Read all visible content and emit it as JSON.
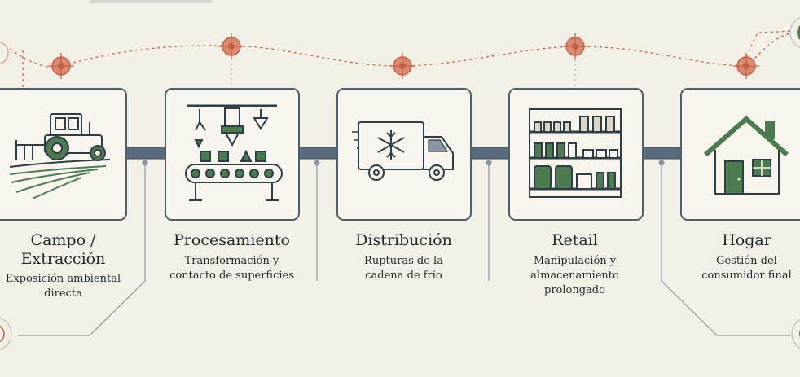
{
  "stages": [
    {
      "title_line1": "Campo /",
      "title_line2": "Extracción",
      "desc_line1": "Exposición ambiental",
      "desc_line2": "directa",
      "desc_line3": ""
    },
    {
      "title_line1": "Procesamiento",
      "title_line2": "",
      "desc_line1": "Transformación y",
      "desc_line2": "contacto de superficies",
      "desc_line3": ""
    },
    {
      "title_line1": "Distribución",
      "title_line2": "",
      "desc_line1": "Rupturas de la",
      "desc_line2": "cadena de frío",
      "desc_line3": ""
    },
    {
      "title_line1": "Retail",
      "title_line2": "",
      "desc_line1": "Manipulación y",
      "desc_line2": "almacenamiento",
      "desc_line3": "prolongado"
    },
    {
      "title_line1": "Hogar",
      "title_line2": "",
      "desc_line1": "Gestión del",
      "desc_line2": "consumidor final",
      "desc_line3": ""
    }
  ],
  "icons": [
    "tractor-field-icon",
    "conveyor-machine-icon",
    "refrigerated-truck-icon",
    "store-shelves-icon",
    "house-icon"
  ],
  "colors": {
    "background": "#f2efe6",
    "frame": "#4f5e6b",
    "hazard": "#c45f46",
    "accent_green": "#4e7a52",
    "text": "#1f2a2e"
  }
}
